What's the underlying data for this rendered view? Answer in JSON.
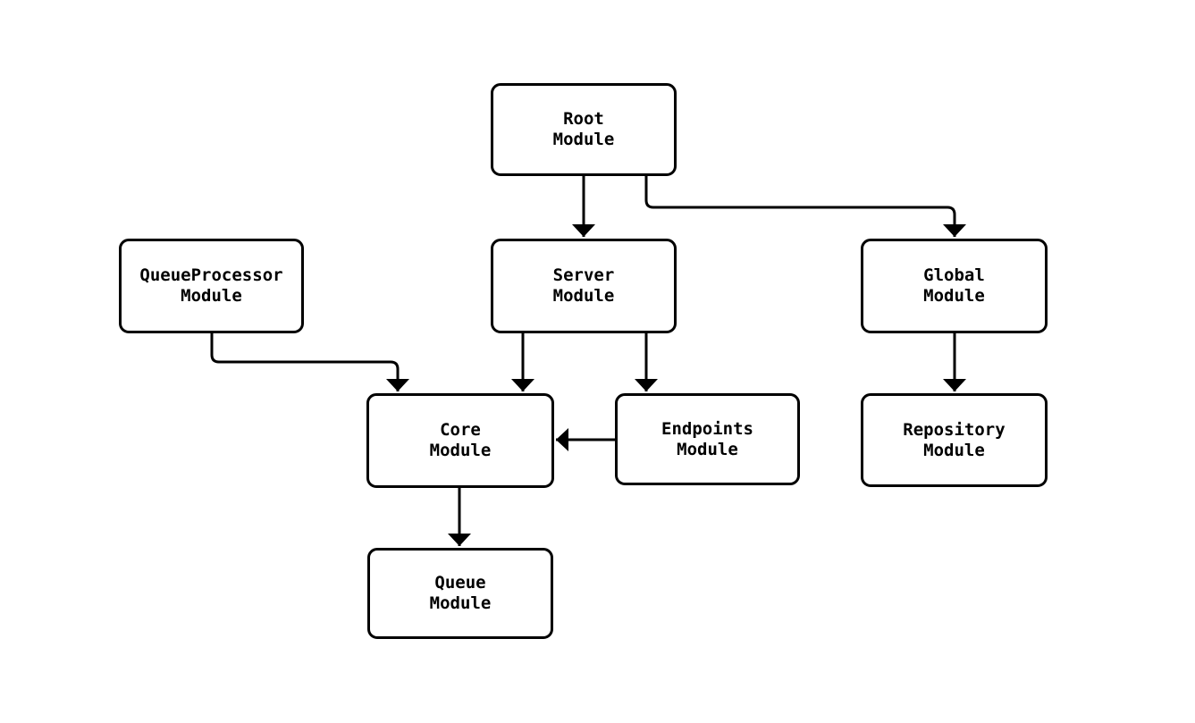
{
  "diagram": {
    "type": "module-dependency-graph",
    "background_color": "#ffffff",
    "node_fill_color": "#ffffff",
    "node_border_color": "#000000",
    "edge_color": "#000000",
    "text_color": "#000000",
    "nodes": [
      {
        "id": "root",
        "lines": [
          "Root",
          "Module"
        ]
      },
      {
        "id": "queueprocessor",
        "lines": [
          "QueueProcessor",
          "Module"
        ]
      },
      {
        "id": "server",
        "lines": [
          "Server",
          "Module"
        ]
      },
      {
        "id": "global",
        "lines": [
          "Global",
          "Module"
        ]
      },
      {
        "id": "core",
        "lines": [
          "Core",
          "Module"
        ]
      },
      {
        "id": "endpoints",
        "lines": [
          "Endpoints",
          "Module"
        ]
      },
      {
        "id": "repository",
        "lines": [
          "Repository",
          "Module"
        ]
      },
      {
        "id": "queue",
        "lines": [
          "Queue",
          "Module"
        ]
      }
    ],
    "edges": [
      {
        "from": "root",
        "to": "server"
      },
      {
        "from": "root",
        "to": "global"
      },
      {
        "from": "queueprocessor",
        "to": "core"
      },
      {
        "from": "server",
        "to": "core"
      },
      {
        "from": "server",
        "to": "endpoints"
      },
      {
        "from": "endpoints",
        "to": "core"
      },
      {
        "from": "global",
        "to": "repository"
      },
      {
        "from": "core",
        "to": "queue"
      }
    ]
  }
}
